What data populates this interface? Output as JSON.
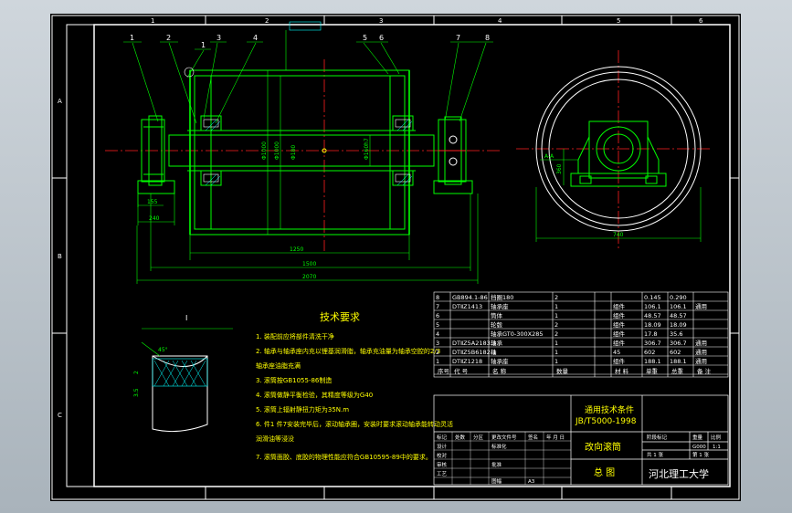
{
  "colors": {
    "frame": "#ffffff",
    "part": "#00ff00",
    "dimension": "#00ff00",
    "centerline": "#ff2020",
    "leader": "#00ffff",
    "notes": "#ffff00",
    "title_frame": "#ffffff",
    "hatch": "#00ffff"
  },
  "border": {
    "top_numbers": [
      "1",
      "2",
      "3",
      "4",
      "5",
      "6"
    ],
    "side_letters": [
      "A",
      "B",
      "C"
    ]
  },
  "balloons": [
    "1",
    "2",
    "1",
    "3",
    "4",
    "5",
    "6",
    "7",
    "8"
  ],
  "dimensions": {
    "shaft_dia_left": "Φ180",
    "drum_dia": "Φ1000",
    "inner_dia": "Φ1000",
    "bearing_dia": "Φ160h7",
    "shaft_center": "Φ180",
    "len_inner": "1250",
    "len_drum": "1500",
    "len_total": "2070",
    "left_shaft": "240",
    "left_end": "155",
    "side_height": "360",
    "side_width": "740",
    "side_label": "A-A",
    "section_marker": "I",
    "detail_angle": "45°",
    "detail_a": "2",
    "detail_b": "3.5"
  },
  "tech_requirements": {
    "title": "技术要求",
    "items": [
      "1. 装配前应将部件清洗干净",
      "2. 轴承与轴承座内充以锂基润滑脂，轴承充油量为轴承空腔的2/3",
      "   轴承座油脂充满",
      "3. 滚筒按GB1055-86制造",
      "4. 滚筒做静平衡检验，其精度等级为G40",
      "5. 滚筒上辐射静扭力矩为35N.m",
      "6. 件1 件7安装完毕后，滚动轴承圈，安装时要求滚动轴承能转动灵活",
      "   润滑油等浸没",
      "7. 滚筒面胶、底胶的物理性能应符合GB10595-89中的要求。"
    ]
  },
  "bom": {
    "headers": [
      "序号",
      "代 号",
      "名 称",
      "数量",
      "材 料",
      "单重",
      "总重",
      "备 注"
    ],
    "rows": [
      [
        "8",
        "GB894.1-86",
        "挡圈180",
        "2",
        "",
        "0.145",
        "0.290",
        ""
      ],
      [
        "7",
        "DTⅡZ1413",
        "轴承座",
        "1",
        "组件",
        "106.1",
        "106.1",
        "通用"
      ],
      [
        "6",
        "",
        "筒体",
        "1",
        "组件",
        "48.57",
        "48.57",
        ""
      ],
      [
        "5",
        "",
        "轮毂",
        "2",
        "组件",
        "18.09",
        "18.09",
        ""
      ],
      [
        "4",
        "",
        "轴承GT0-300X285",
        "2",
        "组件",
        "17.8",
        "35.6",
        ""
      ],
      [
        "3",
        "DTⅡZ5A2183.3",
        "轴承",
        "1",
        "组件",
        "306.7",
        "306.7",
        "通用"
      ],
      [
        "2",
        "DTⅡZ5B6182-1",
        "轴",
        "1",
        "45",
        "602",
        "602",
        "通用"
      ],
      [
        "1",
        "DTⅡZ1218",
        "轴承座",
        "1",
        "组件",
        "188.1",
        "188.1",
        "通用"
      ]
    ]
  },
  "title_block": {
    "standard_title": "通用技术条件",
    "standard_code": "JB/T5000-1998",
    "drawing_name": "改向滚筒",
    "drawing_type": "总 图",
    "school": "河北理工大学",
    "mark_labels": [
      "标记",
      "处数",
      "分区",
      "更改文件号",
      "签名",
      "年 月 日"
    ],
    "role_labels": [
      "设计",
      "校对",
      "审核",
      "工艺"
    ],
    "std_label": "标准化",
    "approve_label": "批准",
    "stage_label": "阶段标记",
    "weight_label": "重量",
    "scale_label": "比例",
    "weight_value": "G000",
    "scale_value": "1:1",
    "sheet_total": "共 1 张",
    "sheet_no": "第 1 张",
    "format_label": "图幅",
    "format_value": "A3"
  }
}
